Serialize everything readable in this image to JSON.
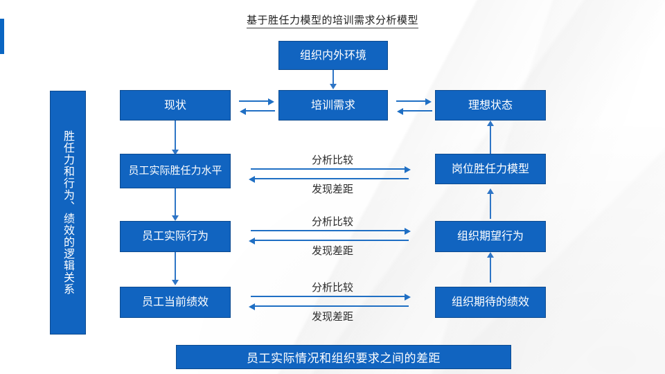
{
  "slide": {
    "title": "基于胜任力模型的培训需求分析模型",
    "accent_color": "#0a66c2",
    "box_fill_color": "#1164c0",
    "box_border_color": "#0c4a8f",
    "arrow_color": "#2e75c6",
    "label_text_color": "#2b2b2b"
  },
  "side_label": {
    "text": "胜任力和行为、绩效的逻辑关系"
  },
  "top": {
    "environment_box": "组织内外环境"
  },
  "row_status": {
    "left": "现状",
    "center": "培训需求",
    "right": "理想状态"
  },
  "comparison_rows": [
    {
      "left": "员工实际胜任力水平",
      "right": "岗位胜任力模型",
      "top_label": "分析比较",
      "bottom_label": "发现差距"
    },
    {
      "left": "员工实际行为",
      "right": "组织期望行为",
      "top_label": "分析比较",
      "bottom_label": "发现差距"
    },
    {
      "left": "员工当前绩效",
      "right": "组织期待的绩效",
      "top_label": "分析比较",
      "bottom_label": "发现差距"
    }
  ],
  "bottom": {
    "banner": "员工实际情况和组织要求之间的差距"
  }
}
